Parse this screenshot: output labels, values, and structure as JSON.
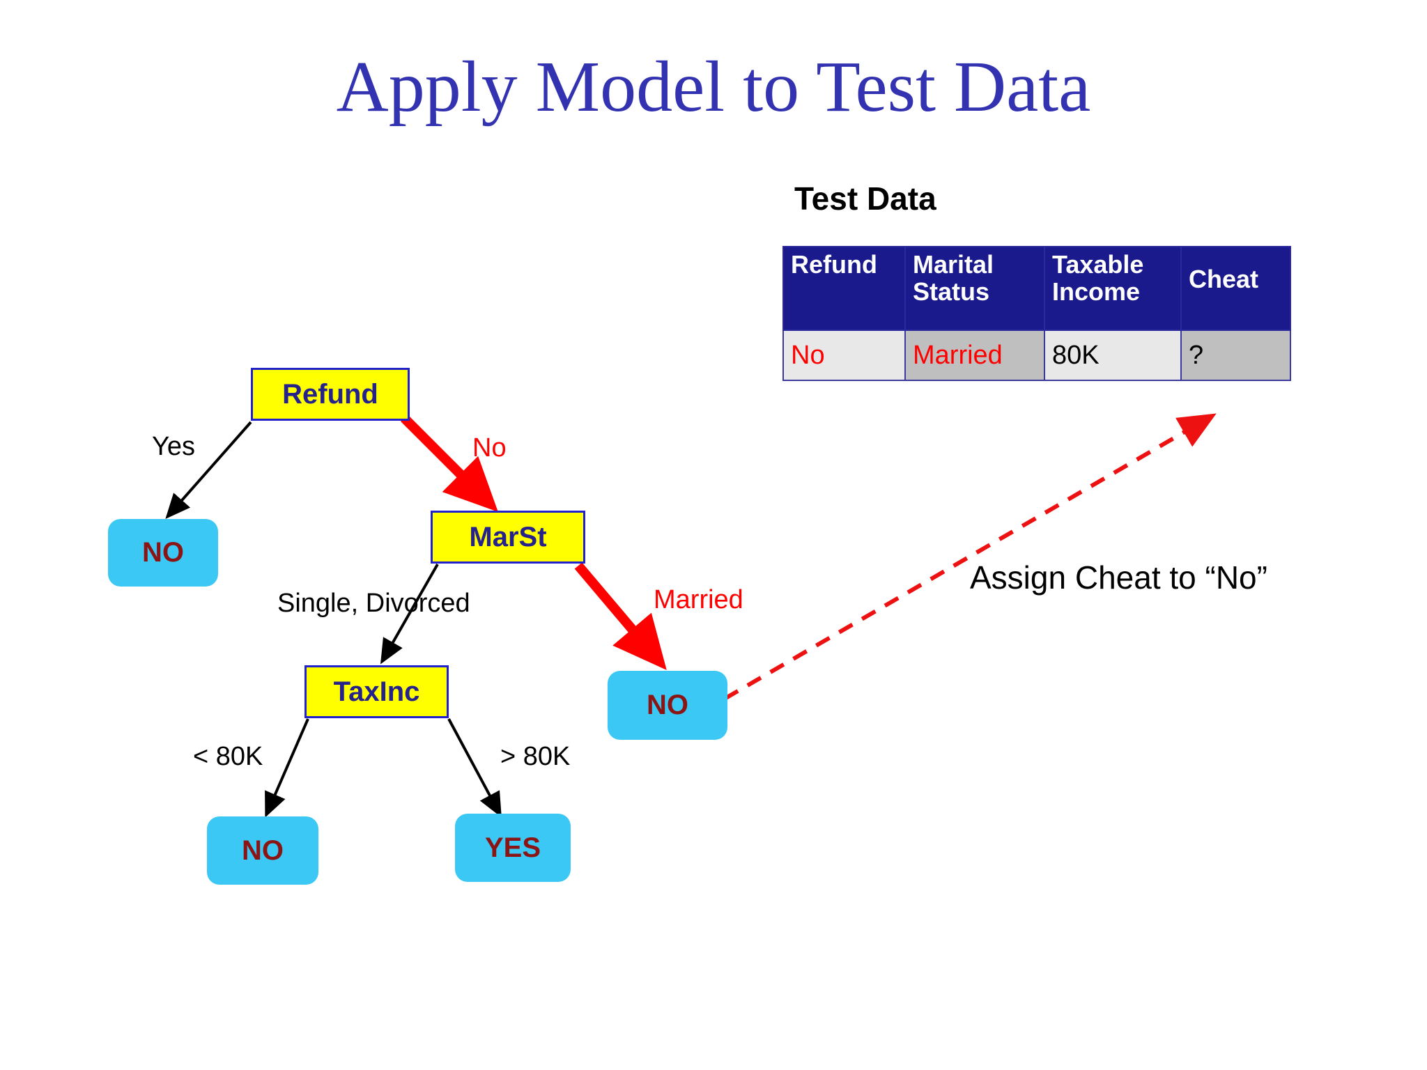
{
  "slide": {
    "title": "Apply Model to Test Data",
    "title_color": "#3333b2",
    "background": "#ffffff"
  },
  "tree": {
    "decision_nodes": [
      {
        "id": "refund",
        "label": "Refund"
      },
      {
        "id": "marst",
        "label": "MarSt"
      },
      {
        "id": "taxinc",
        "label": "TaxInc"
      }
    ],
    "leaf_nodes": [
      {
        "id": "leaf-no-refund-yes",
        "label": "NO"
      },
      {
        "id": "leaf-no-married",
        "label": "NO"
      },
      {
        "id": "leaf-no-lt80k",
        "label": "NO"
      },
      {
        "id": "leaf-yes-gt80k",
        "label": "YES"
      }
    ],
    "edge_labels": [
      {
        "id": "edge-yes",
        "text": "Yes",
        "color": "#000000"
      },
      {
        "id": "edge-no",
        "text": "No",
        "color": "#ff0000"
      },
      {
        "id": "edge-single-divorced",
        "text": "Single, Divorced",
        "color": "#000000"
      },
      {
        "id": "edge-married",
        "text": "Married",
        "color": "#ff0000"
      },
      {
        "id": "edge-lt-80k",
        "text": "< 80K",
        "color": "#000000"
      },
      {
        "id": "edge-gt-80k",
        "text": "> 80K",
        "color": "#000000"
      }
    ],
    "node_style": {
      "decision_fill": "#ffff00",
      "decision_border": "#2222cc",
      "decision_text": "#26228c",
      "leaf_fill": "#3cc8f5",
      "leaf_text": "#8b1414",
      "active_path_color": "#ff0000",
      "inactive_edge_color": "#000000"
    }
  },
  "test_data": {
    "caption": "Test Data",
    "columns": [
      "Refund",
      "Marital Status",
      "Taxable Income",
      "Cheat"
    ],
    "rows": [
      {
        "Refund": "No",
        "Marital Status": "Married",
        "Taxable Income": "80K",
        "Cheat": "?"
      }
    ],
    "header_bg": "#1a1a8c",
    "header_text": "#ffffff",
    "cell_shades": [
      "#e8e8e8",
      "#bfbfbf",
      "#e8e8e8",
      "#bfbfbf"
    ],
    "value_colors": [
      "#ff0000",
      "#ff0000",
      "#000000",
      "#000000"
    ]
  },
  "annotation": {
    "text": "Assign Cheat to “No”",
    "arrow_color": "#ff0000",
    "arrow_style": "dashed"
  }
}
